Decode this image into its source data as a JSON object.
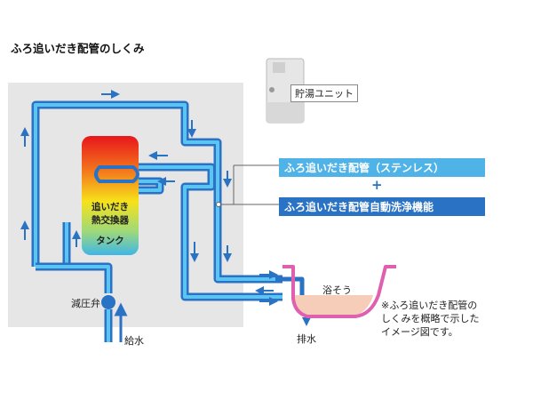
{
  "title": "ふろ追いだき配管のしくみ",
  "unit_label": "貯湯ユニット",
  "pipe_label_1": "ふろ追いだき配管（ステンレス）",
  "plus": "+",
  "pipe_label_2": "ふろ追いだき配管自動洗浄機能",
  "heat_exchanger_label": [
    "追いだき",
    "熱交換器"
  ],
  "tank_label": "タンク",
  "valve_label": "減圧弁",
  "supply_label": "給水",
  "bath_label": "浴そう",
  "drain_label": "排水",
  "note": [
    "※ふろ追いだき配管の",
    "しくみを概略で示した",
    "イメージ図です。"
  ],
  "colors": {
    "pipe_dark": "#2a72c4",
    "pipe_light": "#5cc4f2",
    "label_light": "#4fb3e8",
    "label_dark": "#2a72c4",
    "bath_outline": "#e060b0",
    "bath_water": "#f5cdb8",
    "panel": "#e6e6e6"
  }
}
